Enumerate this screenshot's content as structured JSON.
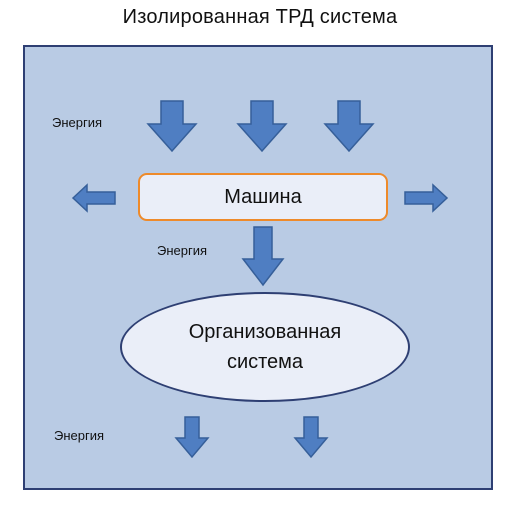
{
  "diagram": {
    "title": "Изолированная ТРД система",
    "energy_label_top": "Энергия",
    "energy_label_middle": "Энергия",
    "energy_label_bottom": "Энергия",
    "machine_label": "Машина",
    "organized_system_line1": "Организованная",
    "organized_system_line2": "система"
  },
  "colors": {
    "background": "#b9cbe4",
    "frame_border": "#2e3f73",
    "arrow_fill": "#4f7ec2",
    "machine_border": "#ee8a2a",
    "shape_fill": "#eaeef8"
  }
}
